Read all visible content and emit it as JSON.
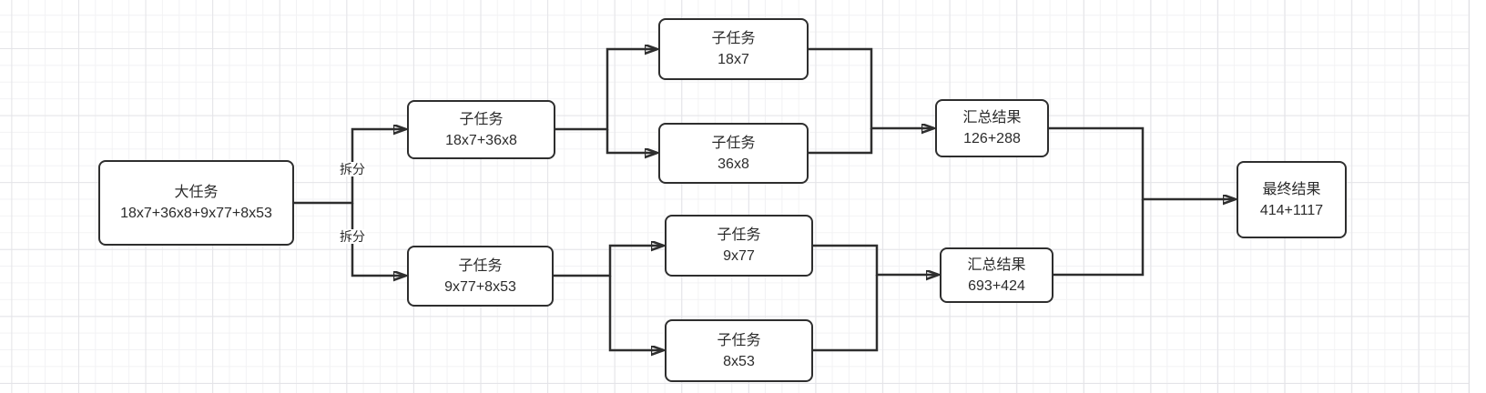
{
  "diagram": {
    "nodes": {
      "big_task": {
        "label": "大任务",
        "value": "18x7+36x8+9x77+8x53"
      },
      "sub_a": {
        "label": "子任务",
        "value": "18x7+36x8"
      },
      "sub_b": {
        "label": "子任务",
        "value": "9x77+8x53"
      },
      "sub_a1": {
        "label": "子任务",
        "value": "18x7"
      },
      "sub_a2": {
        "label": "子任务",
        "value": "36x8"
      },
      "sub_b1": {
        "label": "子任务",
        "value": "9x77"
      },
      "sub_b2": {
        "label": "子任务",
        "value": "8x53"
      },
      "sum_a": {
        "label": "汇总结果",
        "value": "126+288"
      },
      "sum_b": {
        "label": "汇总结果",
        "value": "693+424"
      },
      "final": {
        "label": "最终结果",
        "value": "414+1117"
      }
    },
    "edge_labels": {
      "split_top": "拆分",
      "split_bottom": "拆分"
    },
    "colors": {
      "stroke": "#2e2e2e",
      "box_fill": "#ffffff",
      "text": "#2b2b2b",
      "grid_minor": "#f2f2f4",
      "grid_major": "#e4e4e8",
      "background": "#ffffff"
    }
  }
}
